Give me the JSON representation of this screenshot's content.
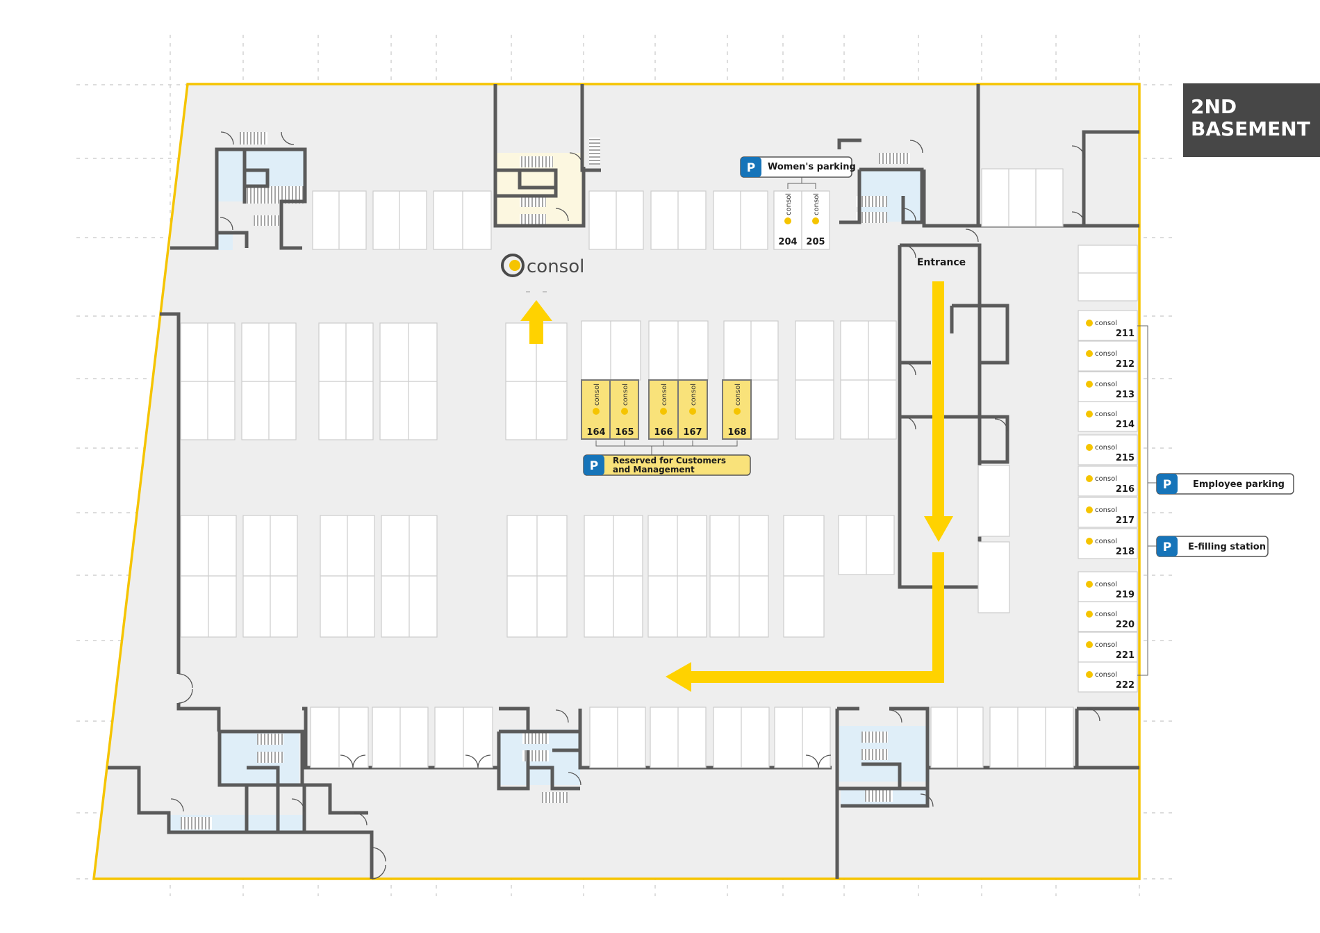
{
  "level_badge": {
    "line1": "2ND",
    "line2": "BASEMENT"
  },
  "brand": {
    "name": "consol",
    "mini_name": "consol"
  },
  "labels": {
    "entrance": "Entrance",
    "womens_parking": "Women's parking",
    "reserved_line1": "Reserved for Customers",
    "reserved_line2": "and Management",
    "employee_parking": "Employee parking",
    "e_filling": "E-filling station",
    "parking_symbol": "P"
  },
  "reserved_spaces": [
    "164",
    "165",
    "166",
    "167",
    "168"
  ],
  "womens_spaces": [
    "204",
    "205"
  ],
  "employee_spaces": [
    "211",
    "212",
    "213",
    "214",
    "215",
    "216",
    "217",
    "218",
    "219",
    "220",
    "221",
    "222"
  ],
  "colors": {
    "outline": "#f5c400",
    "floor": "#eeeeee",
    "wall": "#5a5a5a",
    "stair_room": "#dfeef8",
    "core_room": "#fcf7e0",
    "arrow": "#ffd200",
    "reserved_fill": "#f9e27a",
    "parking_blue": "#1674b9",
    "badge": "#474747"
  }
}
